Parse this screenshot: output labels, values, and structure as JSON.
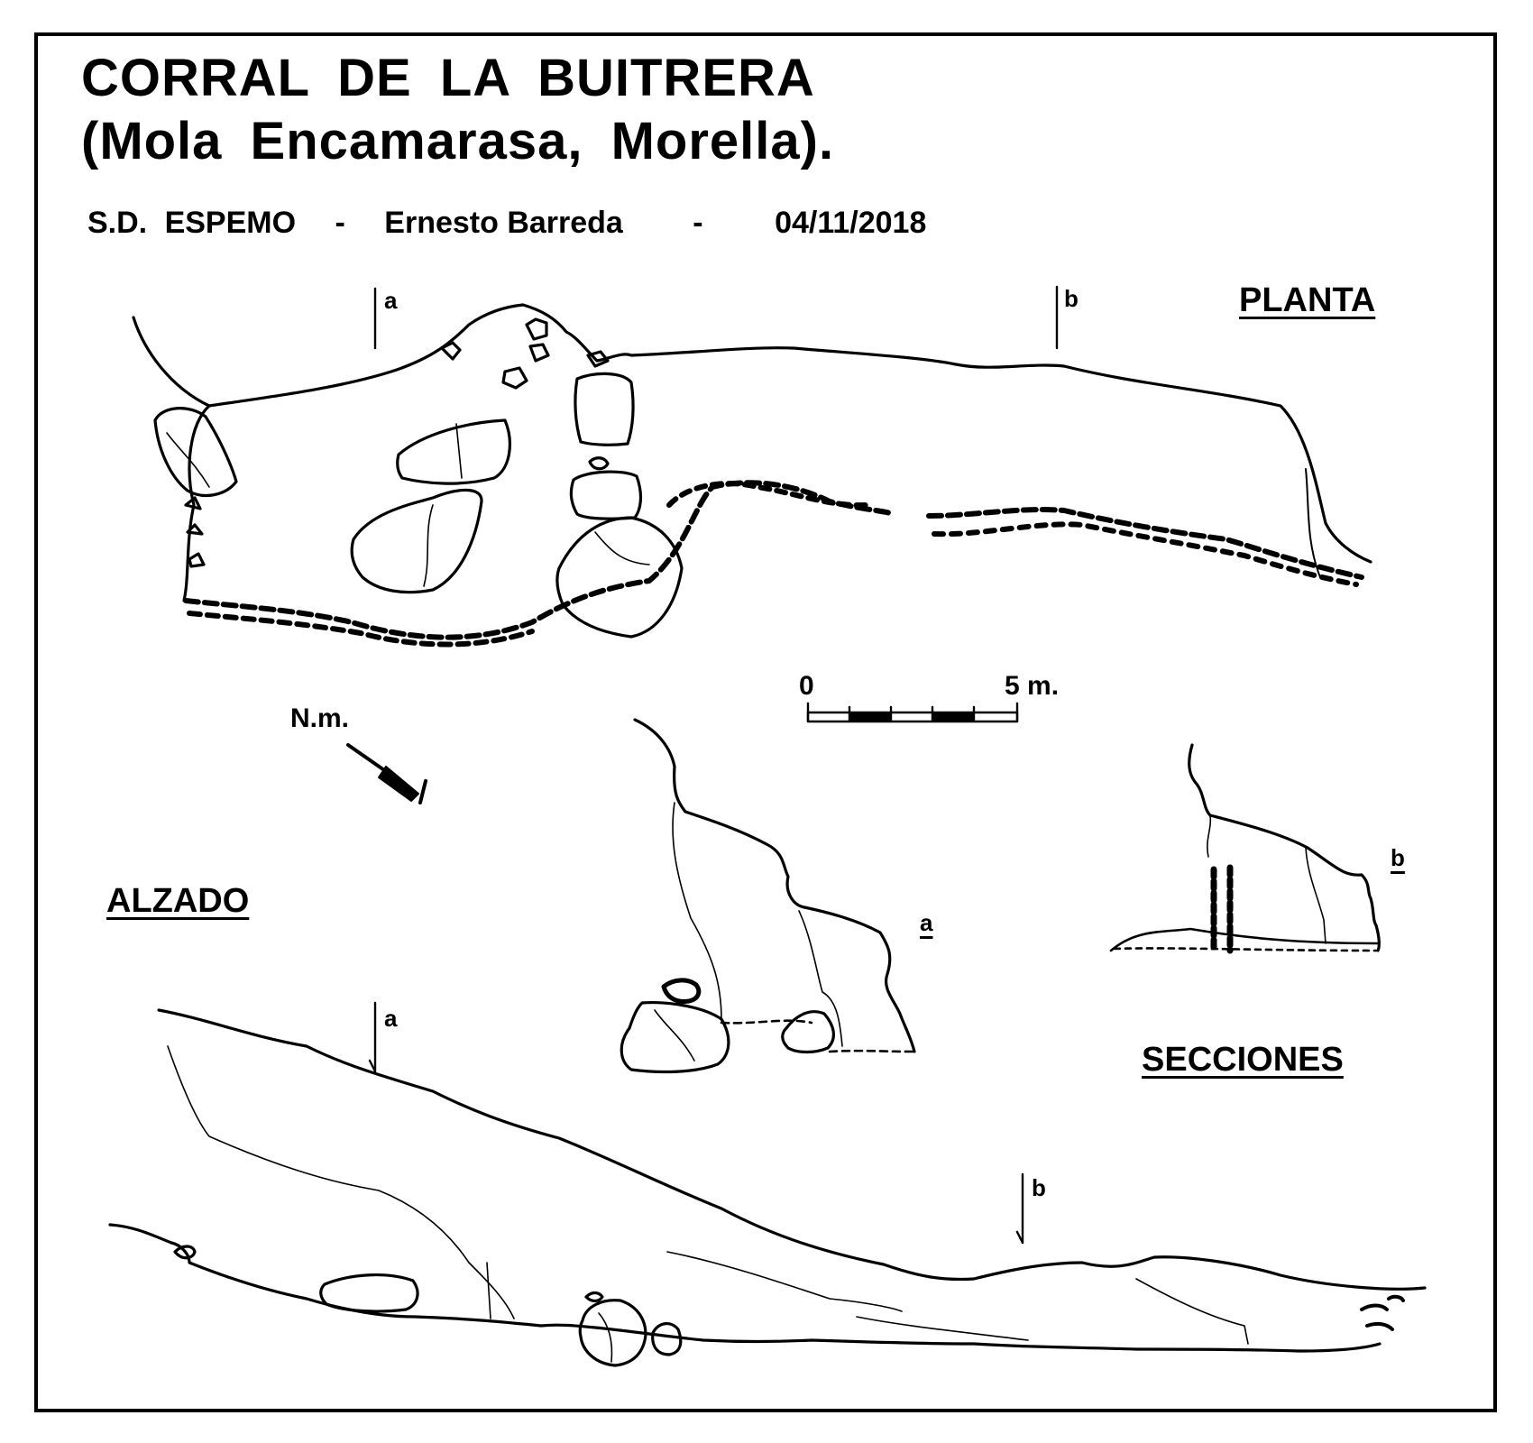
{
  "title": {
    "line1": "CORRAL DE LA BUITRERA",
    "line2": "(Mola Encamarasa, Morella)."
  },
  "credits": {
    "group": "S.D. ESPEMO",
    "sep1": "-",
    "author": "Ernesto Barreda",
    "sep2": "-",
    "date": "04/11/2018"
  },
  "views": {
    "plan": "PLANTA",
    "elevation": "ALZADO",
    "sections": "SECCIONES"
  },
  "section_marks": {
    "a": "a",
    "b": "b"
  },
  "scale_bar": {
    "start_label": "0",
    "end_label": "5 m.",
    "length_m": 5,
    "divisions": 5
  },
  "north": {
    "label": "N.m."
  }
}
